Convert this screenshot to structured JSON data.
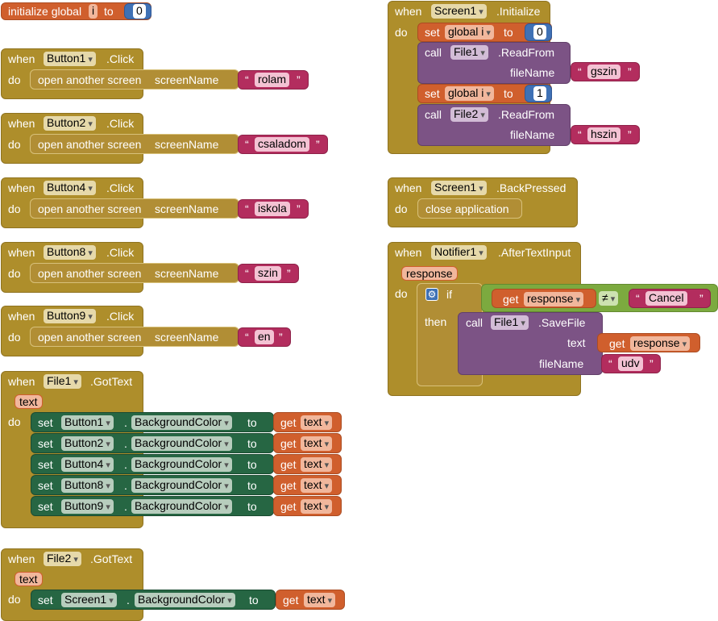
{
  "kw": {
    "when": "when",
    "do": "do",
    "set": "set",
    "call": "call",
    "to": "to",
    "get": "get",
    "initialize_global": "initialize global",
    "open_screen": "open another screen",
    "screen_name": "screenName",
    "file_name": "fileName",
    "text_label": "text",
    "close_app": "close application",
    "if": "if",
    "then": "then",
    "global_i": "global i",
    "quote": "“",
    "quote_end": "”",
    "dot": "."
  },
  "init_var": {
    "name": "i",
    "value": "0"
  },
  "button_events": [
    {
      "component": "Button1",
      "event": ".Click",
      "screen": "rolam"
    },
    {
      "component": "Button2",
      "event": ".Click",
      "screen": "csaladom"
    },
    {
      "component": "Button4",
      "event": ".Click",
      "screen": "iskola"
    },
    {
      "component": "Button8",
      "event": ".Click",
      "screen": "szin"
    },
    {
      "component": "Button9",
      "event": ".Click",
      "screen": "en"
    }
  ],
  "file1_gottext": {
    "component": "File1",
    "event": ".GotText",
    "param": "text",
    "rows": [
      {
        "component": "Button1",
        "property": "BackgroundColor",
        "value": "text"
      },
      {
        "component": "Button2",
        "property": "BackgroundColor",
        "value": "text"
      },
      {
        "component": "Button4",
        "property": "BackgroundColor",
        "value": "text"
      },
      {
        "component": "Button8",
        "property": "BackgroundColor",
        "value": "text"
      },
      {
        "component": "Button9",
        "property": "BackgroundColor",
        "value": "text"
      }
    ]
  },
  "file2_gottext": {
    "component": "File2",
    "event": ".GotText",
    "param": "text",
    "row": {
      "component": "Screen1",
      "property": "BackgroundColor",
      "value": "text"
    }
  },
  "screen_init": {
    "component": "Screen1",
    "event": ".Initialize",
    "set1_value": "0",
    "call1": {
      "component": "File1",
      "method": ".ReadFrom",
      "file": "gszin"
    },
    "set2_value": "1",
    "call2": {
      "component": "File2",
      "method": ".ReadFrom",
      "file": "hszin"
    }
  },
  "back_pressed": {
    "component": "Screen1",
    "event": ".BackPressed"
  },
  "after_text": {
    "component": "Notifier1",
    "event": ".AfterTextInput",
    "param": "response",
    "cond_var": "response",
    "op": "≠",
    "cond_value": "Cancel",
    "call": {
      "component": "File1",
      "method": ".SaveFile",
      "text_var": "response",
      "file": "udv"
    }
  }
}
